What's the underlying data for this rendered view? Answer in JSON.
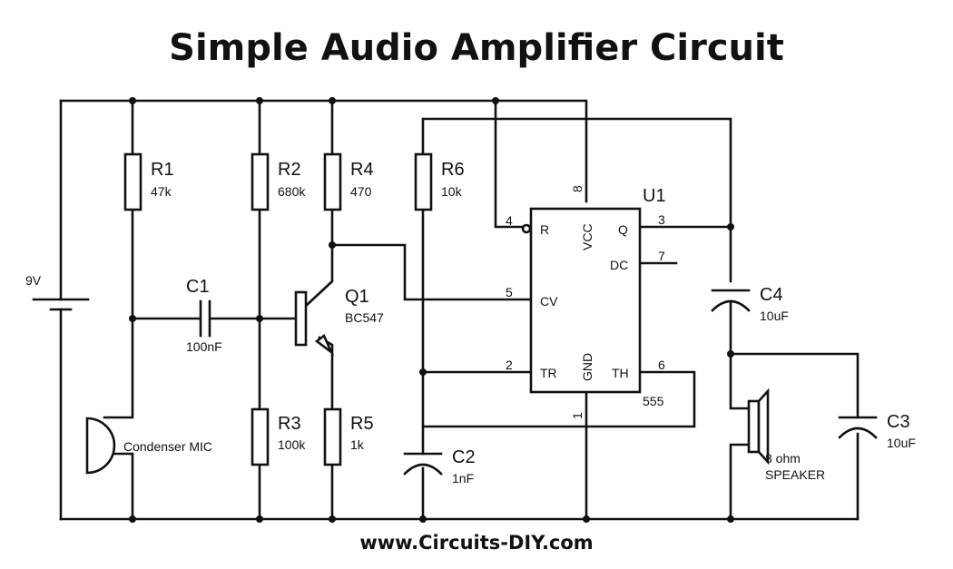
{
  "title": "Simple Audio Amplifier Circuit",
  "footer": "www.Circuits-DIY.com",
  "components": {
    "battery": {
      "label": "9V"
    },
    "r1": {
      "ref": "R1",
      "value": "47k"
    },
    "r2": {
      "ref": "R2",
      "value": "680k"
    },
    "r3": {
      "ref": "R3",
      "value": "100k"
    },
    "r4": {
      "ref": "R4",
      "value": "470"
    },
    "r5": {
      "ref": "R5",
      "value": "1k"
    },
    "r6": {
      "ref": "R6",
      "value": "10k"
    },
    "c1": {
      "ref": "C1",
      "value": "100nF"
    },
    "c2": {
      "ref": "C2",
      "value": "1nF"
    },
    "c3": {
      "ref": "C3",
      "value": "10uF"
    },
    "c4": {
      "ref": "C4",
      "value": "10uF"
    },
    "q1": {
      "ref": "Q1",
      "value": "BC547"
    },
    "mic": {
      "label": "Condenser MIC"
    },
    "speaker": {
      "line1": "8 ohm",
      "line2": "SPEAKER"
    },
    "u1": {
      "ref": "U1",
      "part": "555",
      "pins": {
        "r": {
          "num": "4",
          "name": "R"
        },
        "vcc": {
          "num": "8",
          "name": "VCC"
        },
        "q": {
          "num": "3",
          "name": "Q"
        },
        "dc": {
          "num": "7",
          "name": "DC"
        },
        "cv": {
          "num": "5",
          "name": "CV"
        },
        "tr": {
          "num": "2",
          "name": "TR"
        },
        "gnd": {
          "num": "1",
          "name": "GND"
        },
        "th": {
          "num": "6",
          "name": "TH"
        }
      }
    }
  }
}
